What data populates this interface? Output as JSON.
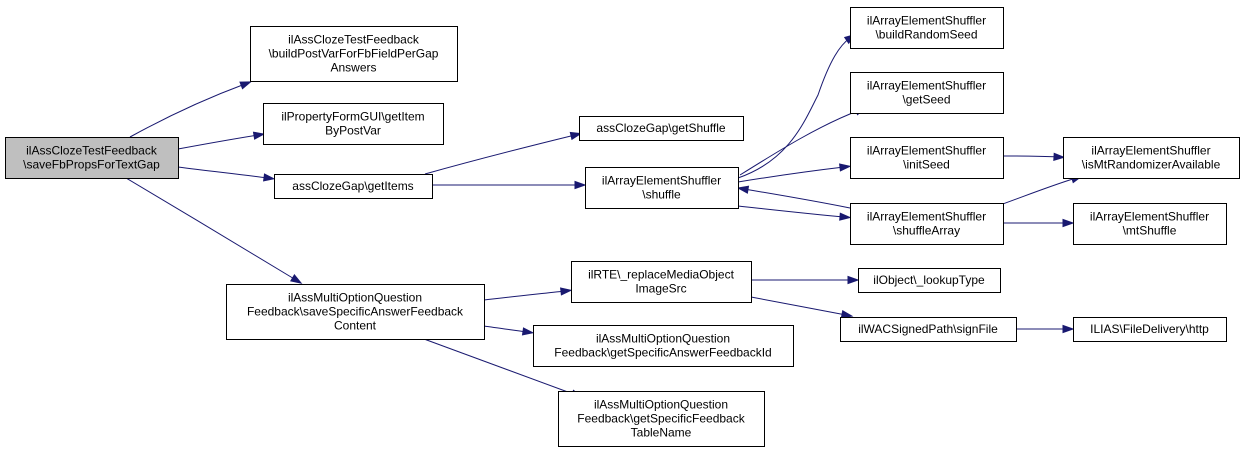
{
  "graph": {
    "colors": {
      "edge": "#191970",
      "node_fill": "#ffffff",
      "root_fill": "#bfbfbf",
      "border": "#000000"
    },
    "nodes": [
      {
        "id": "root",
        "lines": [
          "ilAssClozeTestFeedback",
          "\\saveFbPropsForTextGap"
        ],
        "root": true
      },
      {
        "id": "buildPostVar",
        "lines": [
          "ilAssClozeTestFeedback",
          "\\buildPostVarForFbFieldPerGap",
          "Answers"
        ]
      },
      {
        "id": "getItemByPostVar",
        "lines": [
          "ilPropertyFormGUI\\getItem",
          "ByPostVar"
        ]
      },
      {
        "id": "getItems",
        "lines": [
          "assClozeGap\\getItems"
        ]
      },
      {
        "id": "saveSpecific",
        "lines": [
          "ilAssMultiOptionQuestion",
          "Feedback\\saveSpecificAnswerFeedback",
          "Content"
        ]
      },
      {
        "id": "getShuffle",
        "lines": [
          "assClozeGap\\getShuffle"
        ]
      },
      {
        "id": "shuffle",
        "lines": [
          "ilArrayElementShuffler",
          "\\shuffle"
        ]
      },
      {
        "id": "replaceMedia",
        "lines": [
          "ilRTE\\_replaceMediaObject",
          "ImageSrc"
        ]
      },
      {
        "id": "getSpecificAnswerFeedbackId",
        "lines": [
          "ilAssMultiOptionQuestion",
          "Feedback\\getSpecificAnswerFeedbackId"
        ]
      },
      {
        "id": "getSpecificFeedbackTableName",
        "lines": [
          "ilAssMultiOptionQuestion",
          "Feedback\\getSpecificFeedback",
          "TableName"
        ]
      },
      {
        "id": "buildRandomSeed",
        "lines": [
          "ilArrayElementShuffler",
          "\\buildRandomSeed"
        ]
      },
      {
        "id": "getSeed",
        "lines": [
          "ilArrayElementShuffler",
          "\\getSeed"
        ]
      },
      {
        "id": "initSeed",
        "lines": [
          "ilArrayElementShuffler",
          "\\initSeed"
        ]
      },
      {
        "id": "shuffleArray",
        "lines": [
          "ilArrayElementShuffler",
          "\\shuffleArray"
        ]
      },
      {
        "id": "lookupType",
        "lines": [
          "ilObject\\_lookupType"
        ]
      },
      {
        "id": "signFile",
        "lines": [
          "ilWACSignedPath\\signFile"
        ]
      },
      {
        "id": "isMtRandomizerAvailable",
        "lines": [
          "ilArrayElementShuffler",
          "\\isMtRandomizerAvailable"
        ]
      },
      {
        "id": "mtShuffle",
        "lines": [
          "ilArrayElementShuffler",
          "\\mtShuffle"
        ]
      },
      {
        "id": "http",
        "lines": [
          "ILIAS\\FileDelivery\\http"
        ]
      }
    ],
    "edges": [
      {
        "from": "root",
        "to": "buildPostVar"
      },
      {
        "from": "root",
        "to": "getItemByPostVar"
      },
      {
        "from": "root",
        "to": "getItems"
      },
      {
        "from": "root",
        "to": "saveSpecific"
      },
      {
        "from": "getItems",
        "to": "getShuffle"
      },
      {
        "from": "getItems",
        "to": "shuffle"
      },
      {
        "from": "shuffle",
        "to": "buildRandomSeed"
      },
      {
        "from": "shuffle",
        "to": "getSeed"
      },
      {
        "from": "shuffle",
        "to": "initSeed"
      },
      {
        "from": "shuffle",
        "to": "shuffleArray"
      },
      {
        "from": "shuffleArray",
        "to": "shuffle"
      },
      {
        "from": "initSeed",
        "to": "isMtRandomizerAvailable"
      },
      {
        "from": "shuffleArray",
        "to": "isMtRandomizerAvailable"
      },
      {
        "from": "shuffleArray",
        "to": "mtShuffle"
      },
      {
        "from": "saveSpecific",
        "to": "replaceMedia"
      },
      {
        "from": "saveSpecific",
        "to": "getSpecificAnswerFeedbackId"
      },
      {
        "from": "saveSpecific",
        "to": "getSpecificFeedbackTableName"
      },
      {
        "from": "replaceMedia",
        "to": "lookupType"
      },
      {
        "from": "replaceMedia",
        "to": "signFile"
      },
      {
        "from": "signFile",
        "to": "http"
      }
    ]
  }
}
